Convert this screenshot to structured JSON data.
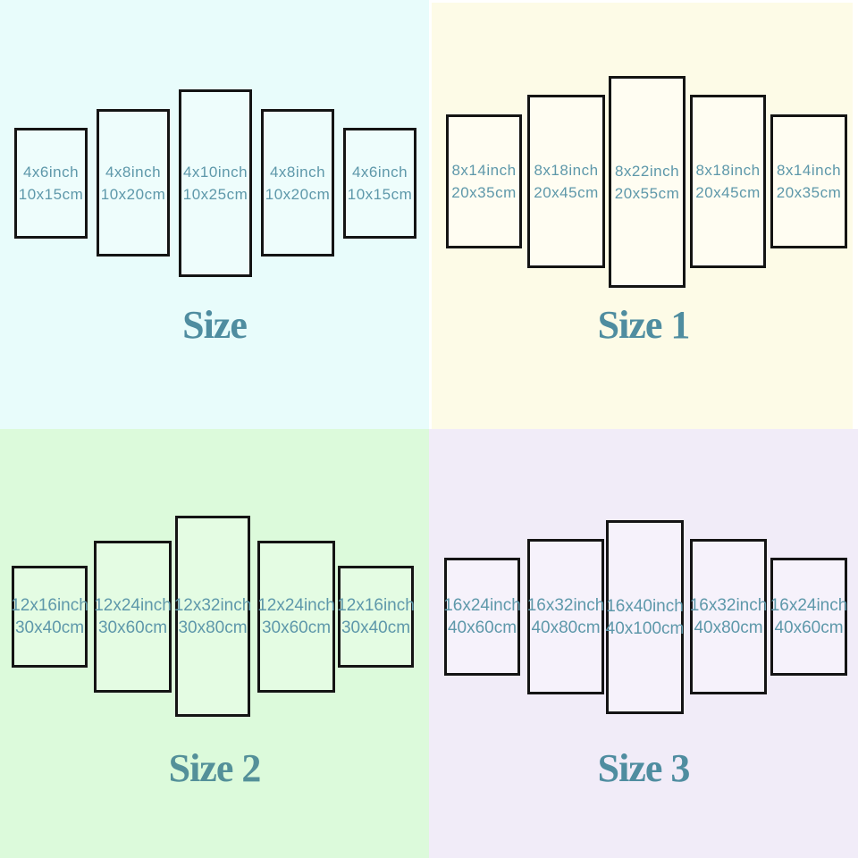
{
  "page": {
    "background": "#ffffff",
    "label_color": "#5e98aa",
    "title_color": "#4f8da0",
    "panel_border_color": "#141414"
  },
  "quadrants": [
    {
      "title": "Size",
      "background": "#e8fcfb",
      "panel_fill": "#eefdfc",
      "panels": [
        {
          "inch": "4x6inch",
          "cm": "10x15cm"
        },
        {
          "inch": "4x8inch",
          "cm": "10x20cm"
        },
        {
          "inch": "4x10inch",
          "cm": "10x25cm"
        },
        {
          "inch": "4x8inch",
          "cm": "10x20cm"
        },
        {
          "inch": "4x6inch",
          "cm": "10x15cm"
        }
      ]
    },
    {
      "title": "Size 1",
      "background": "#fdfbe7",
      "panel_fill": "#fffdf2",
      "panels": [
        {
          "inch": "8x14inch",
          "cm": "20x35cm"
        },
        {
          "inch": "8x18inch",
          "cm": "20x45cm"
        },
        {
          "inch": "8x22inch",
          "cm": "20x55cm"
        },
        {
          "inch": "8x18inch",
          "cm": "20x45cm"
        },
        {
          "inch": "8x14inch",
          "cm": "20x35cm"
        }
      ]
    },
    {
      "title": "Size 2",
      "background": "#dcfadb",
      "panel_fill": "#e4fce3",
      "panels": [
        {
          "inch": "12x16inch",
          "cm": "30x40cm"
        },
        {
          "inch": "12x24inch",
          "cm": "30x60cm"
        },
        {
          "inch": "12x32inch",
          "cm": "30x80cm"
        },
        {
          "inch": "12x24inch",
          "cm": "30x60cm"
        },
        {
          "inch": "12x16inch",
          "cm": "30x40cm"
        }
      ]
    },
    {
      "title": "Size 3",
      "background": "#f1ecf8",
      "panel_fill": "#f6f2fb",
      "panels": [
        {
          "inch": "16x24inch",
          "cm": "40x60cm"
        },
        {
          "inch": "16x32inch",
          "cm": "40x80cm"
        },
        {
          "inch": "16x40inch",
          "cm": "40x100cm"
        },
        {
          "inch": "16x32inch",
          "cm": "40x80cm"
        },
        {
          "inch": "16x24inch",
          "cm": "40x60cm"
        }
      ]
    }
  ]
}
